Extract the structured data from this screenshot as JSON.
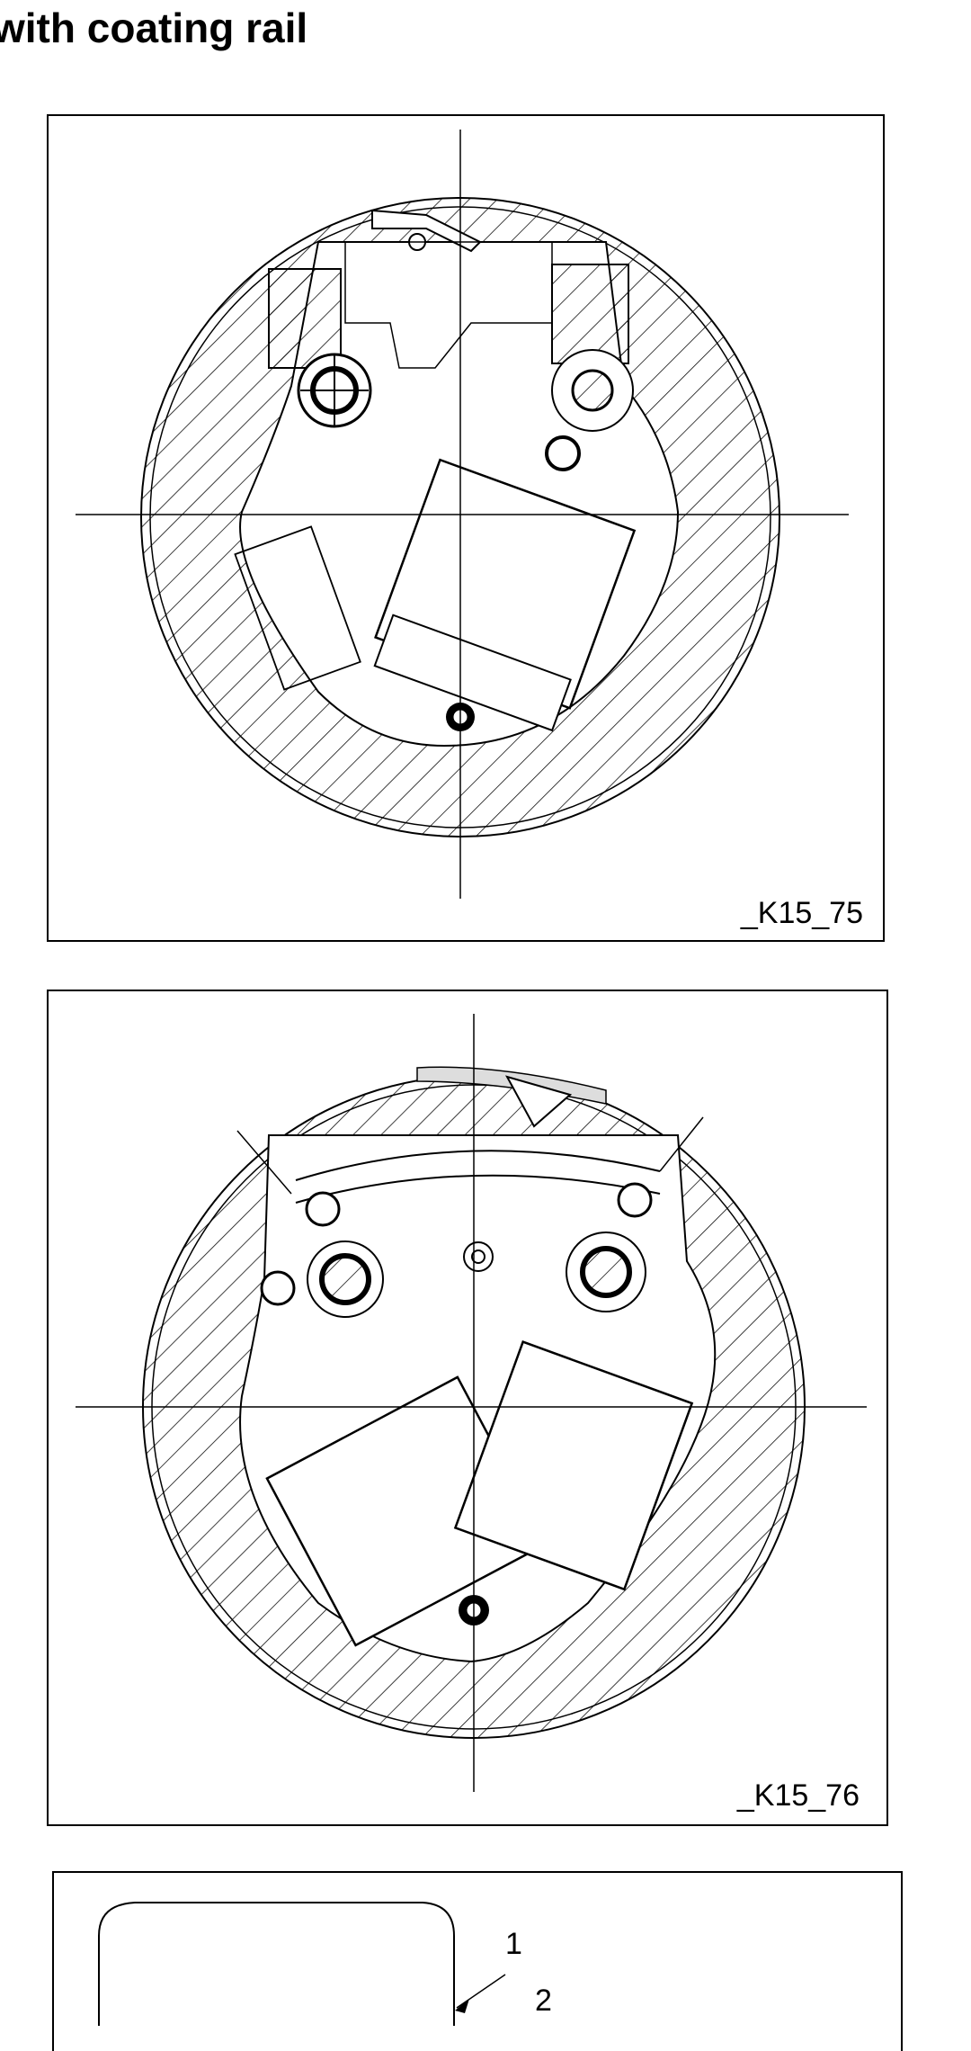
{
  "page": {
    "title": "with coating rail"
  },
  "figures": [
    {
      "label": "_K15_75"
    },
    {
      "label": "_K15_76"
    }
  ],
  "detail": {
    "callouts": [
      "1",
      "2"
    ]
  }
}
